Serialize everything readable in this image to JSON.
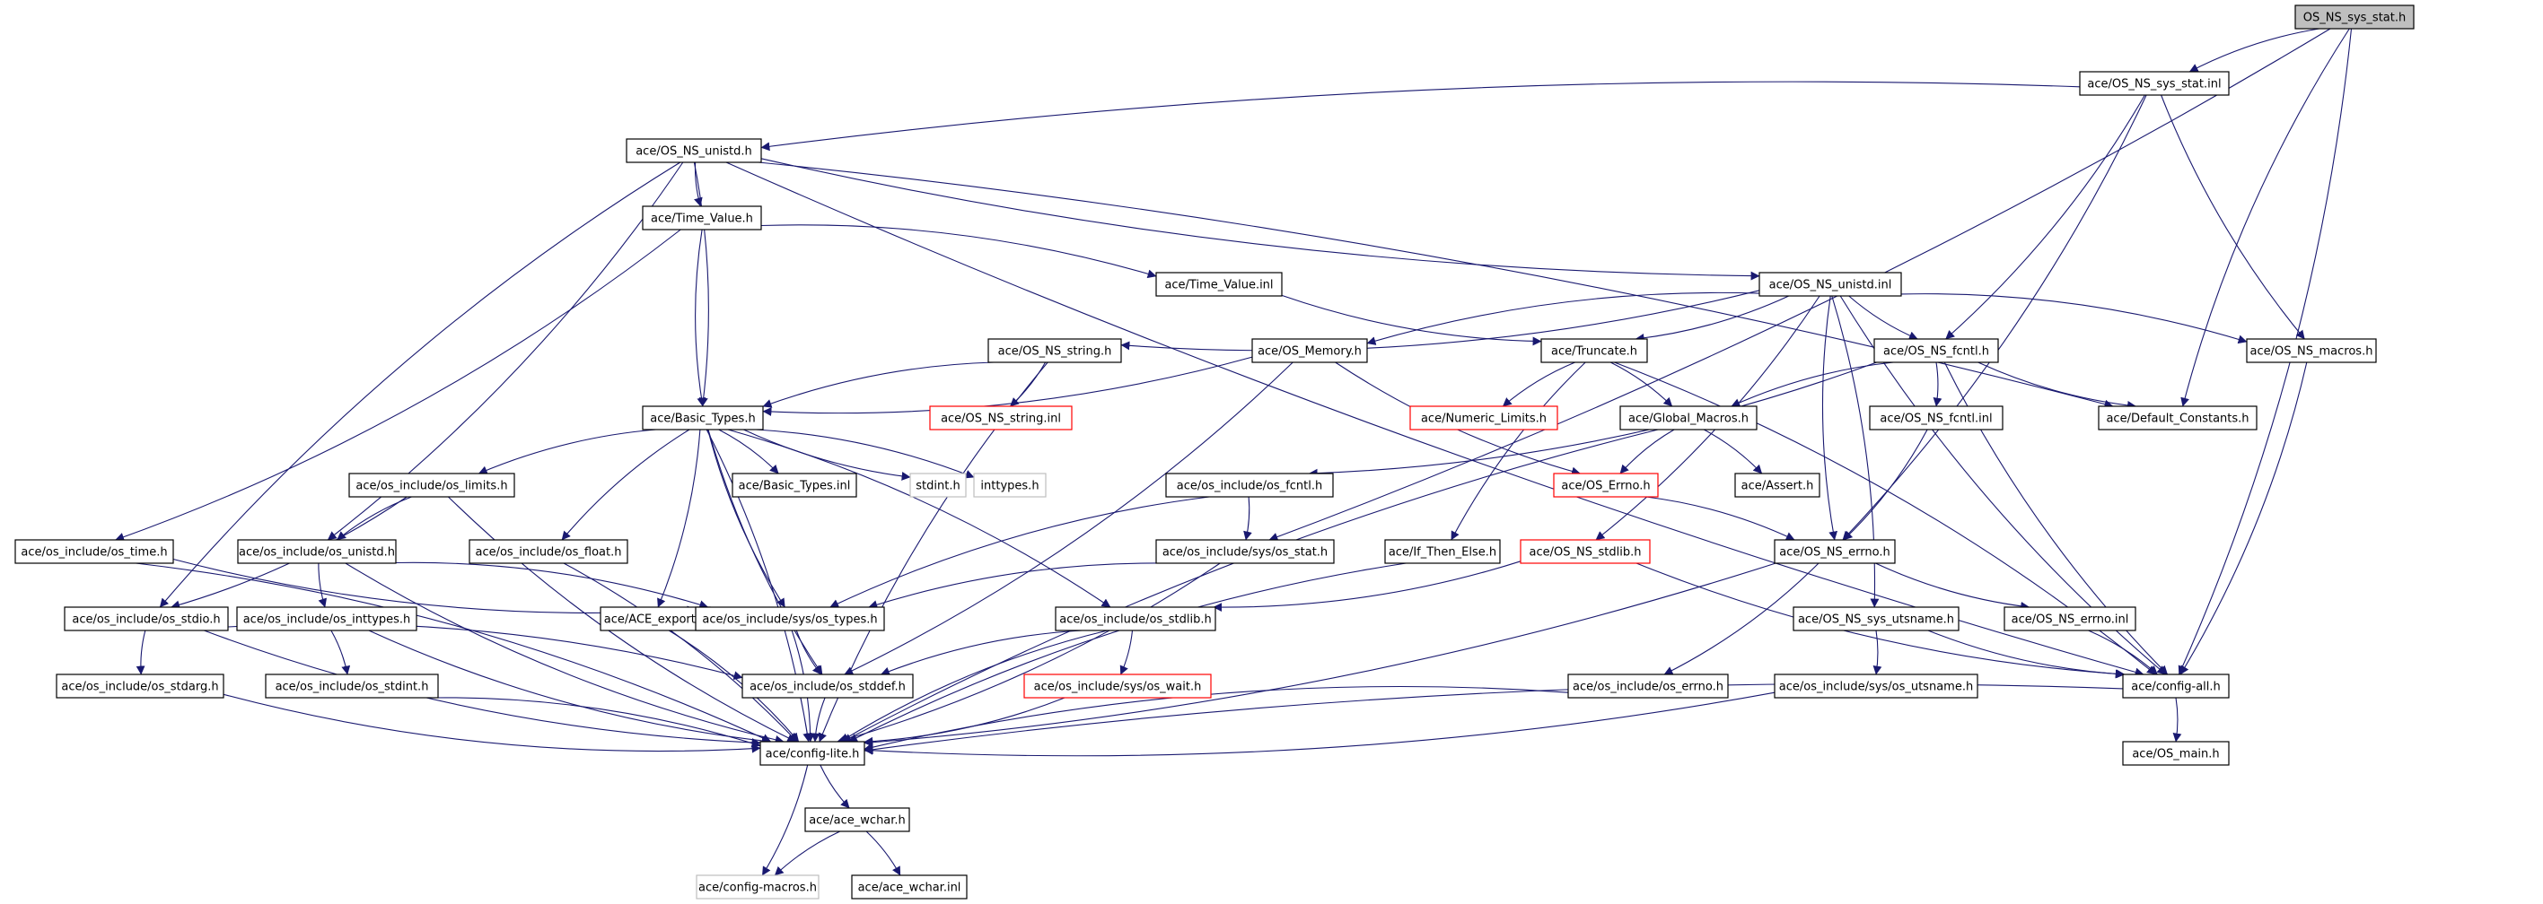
{
  "colors": {
    "edge": "#191970",
    "node_border": "#000000",
    "node_missing_border": "#ff0000",
    "node_external_border": "#bfbfbf",
    "root_fill": "#bfbfbf",
    "node_fill": "#ffffff"
  },
  "nodes": [
    {
      "id": "root",
      "label": "OS_NS_sys_stat.h",
      "kind": "root"
    },
    {
      "id": "sys_stat_inl",
      "label": "ace/OS_NS_sys_stat.inl",
      "kind": "normal"
    },
    {
      "id": "unistd_h",
      "label": "ace/OS_NS_unistd.h",
      "kind": "normal"
    },
    {
      "id": "time_value_h",
      "label": "ace/Time_Value.h",
      "kind": "normal"
    },
    {
      "id": "time_value_inl",
      "label": "ace/Time_Value.inl",
      "kind": "normal"
    },
    {
      "id": "unistd_inl",
      "label": "ace/OS_NS_unistd.inl",
      "kind": "normal"
    },
    {
      "id": "string_h",
      "label": "ace/OS_NS_string.h",
      "kind": "normal"
    },
    {
      "id": "os_memory",
      "label": "ace/OS_Memory.h",
      "kind": "normal"
    },
    {
      "id": "truncate",
      "label": "ace/Truncate.h",
      "kind": "normal"
    },
    {
      "id": "fcntl_h",
      "label": "ace/OS_NS_fcntl.h",
      "kind": "normal"
    },
    {
      "id": "macros_h",
      "label": "ace/OS_NS_macros.h",
      "kind": "normal"
    },
    {
      "id": "basic_types",
      "label": "ace/Basic_Types.h",
      "kind": "normal"
    },
    {
      "id": "string_inl",
      "label": "ace/OS_NS_string.inl",
      "kind": "missing"
    },
    {
      "id": "numeric_limits",
      "label": "ace/Numeric_Limits.h",
      "kind": "missing"
    },
    {
      "id": "global_macros",
      "label": "ace/Global_Macros.h",
      "kind": "normal"
    },
    {
      "id": "fcntl_inl",
      "label": "ace/OS_NS_fcntl.inl",
      "kind": "normal"
    },
    {
      "id": "default_constants",
      "label": "ace/Default_Constants.h",
      "kind": "normal"
    },
    {
      "id": "os_limits",
      "label": "ace/os_include/os_limits.h",
      "kind": "normal"
    },
    {
      "id": "basic_types_inl",
      "label": "ace/Basic_Types.inl",
      "kind": "normal"
    },
    {
      "id": "stdint",
      "label": "stdint.h",
      "kind": "external"
    },
    {
      "id": "inttypes",
      "label": "inttypes.h",
      "kind": "external"
    },
    {
      "id": "os_fcntl",
      "label": "ace/os_include/os_fcntl.h",
      "kind": "normal"
    },
    {
      "id": "os_errno_ace",
      "label": "ace/OS_Errno.h",
      "kind": "missing"
    },
    {
      "id": "assert_h",
      "label": "ace/Assert.h",
      "kind": "normal"
    },
    {
      "id": "os_time",
      "label": "ace/os_include/os_time.h",
      "kind": "normal"
    },
    {
      "id": "os_unistd",
      "label": "ace/os_include/os_unistd.h",
      "kind": "normal"
    },
    {
      "id": "os_float",
      "label": "ace/os_include/os_float.h",
      "kind": "normal"
    },
    {
      "id": "sys_os_stat",
      "label": "ace/os_include/sys/os_stat.h",
      "kind": "normal"
    },
    {
      "id": "if_then_else",
      "label": "ace/If_Then_Else.h",
      "kind": "normal"
    },
    {
      "id": "stdlib_h",
      "label": "ace/OS_NS_stdlib.h",
      "kind": "missing"
    },
    {
      "id": "errno_h",
      "label": "ace/OS_NS_errno.h",
      "kind": "normal"
    },
    {
      "id": "os_stdio",
      "label": "ace/os_include/os_stdio.h",
      "kind": "normal"
    },
    {
      "id": "os_inttypes",
      "label": "ace/os_include/os_inttypes.h",
      "kind": "normal"
    },
    {
      "id": "ace_export",
      "label": "ace/ACE_export.h",
      "kind": "normal"
    },
    {
      "id": "sys_os_types",
      "label": "ace/os_include/sys/os_types.h",
      "kind": "normal"
    },
    {
      "id": "os_stdlib",
      "label": "ace/os_include/os_stdlib.h",
      "kind": "normal"
    },
    {
      "id": "utsname_h",
      "label": "ace/OS_NS_sys_utsname.h",
      "kind": "normal"
    },
    {
      "id": "errno_inl",
      "label": "ace/OS_NS_errno.inl",
      "kind": "normal"
    },
    {
      "id": "os_stdarg",
      "label": "ace/os_include/os_stdarg.h",
      "kind": "normal"
    },
    {
      "id": "os_stdint",
      "label": "ace/os_include/os_stdint.h",
      "kind": "normal"
    },
    {
      "id": "os_stddef",
      "label": "ace/os_include/os_stddef.h",
      "kind": "normal"
    },
    {
      "id": "sys_os_wait",
      "label": "ace/os_include/sys/os_wait.h",
      "kind": "missing"
    },
    {
      "id": "os_errno",
      "label": "ace/os_include/os_errno.h",
      "kind": "normal"
    },
    {
      "id": "sys_os_utsname",
      "label": "ace/os_include/sys/os_utsname.h",
      "kind": "normal"
    },
    {
      "id": "config_all",
      "label": "ace/config-all.h",
      "kind": "normal"
    },
    {
      "id": "config_lite",
      "label": "ace/config-lite.h",
      "kind": "normal"
    },
    {
      "id": "os_main",
      "label": "ace/OS_main.h",
      "kind": "normal"
    },
    {
      "id": "ace_wchar_h",
      "label": "ace/ace_wchar.h",
      "kind": "normal"
    },
    {
      "id": "config_macros",
      "label": "ace/config-macros.h",
      "kind": "external"
    },
    {
      "id": "ace_wchar_inl",
      "label": "ace/ace_wchar.inl",
      "kind": "normal"
    }
  ],
  "edges": [
    [
      "root",
      "sys_stat_inl"
    ],
    [
      "root",
      "sys_os_stat"
    ],
    [
      "root",
      "default_constants"
    ],
    [
      "root",
      "config_all"
    ],
    [
      "sys_stat_inl",
      "unistd_h"
    ],
    [
      "sys_stat_inl",
      "fcntl_h"
    ],
    [
      "sys_stat_inl",
      "macros_h"
    ],
    [
      "sys_stat_inl",
      "errno_h"
    ],
    [
      "unistd_h",
      "time_value_h"
    ],
    [
      "unistd_h",
      "basic_types"
    ],
    [
      "unistd_h",
      "os_stdio"
    ],
    [
      "unistd_h",
      "os_unistd"
    ],
    [
      "unistd_h",
      "unistd_inl"
    ],
    [
      "unistd_h",
      "default_constants"
    ],
    [
      "unistd_h",
      "config_all"
    ],
    [
      "time_value_h",
      "time_value_inl"
    ],
    [
      "time_value_h",
      "basic_types"
    ],
    [
      "time_value_h",
      "os_time"
    ],
    [
      "time_value_inl",
      "truncate"
    ],
    [
      "unistd_inl",
      "string_h"
    ],
    [
      "unistd_inl",
      "os_memory"
    ],
    [
      "unistd_inl",
      "truncate"
    ],
    [
      "unistd_inl",
      "fcntl_h"
    ],
    [
      "unistd_inl",
      "macros_h"
    ],
    [
      "unistd_inl",
      "errno_h"
    ],
    [
      "unistd_inl",
      "utsname_h"
    ],
    [
      "unistd_inl",
      "config_all"
    ],
    [
      "unistd_inl",
      "stdlib_h"
    ],
    [
      "string_h",
      "basic_types"
    ],
    [
      "string_h",
      "string_inl"
    ],
    [
      "string_h",
      "config_lite"
    ],
    [
      "os_memory",
      "basic_types"
    ],
    [
      "os_memory",
      "os_errno_ace"
    ],
    [
      "os_memory",
      "os_stddef"
    ],
    [
      "truncate",
      "numeric_limits"
    ],
    [
      "truncate",
      "global_macros"
    ],
    [
      "truncate",
      "if_then_else"
    ],
    [
      "truncate",
      "config_all"
    ],
    [
      "fcntl_h",
      "global_macros"
    ],
    [
      "fcntl_h",
      "fcntl_inl"
    ],
    [
      "fcntl_h",
      "default_constants"
    ],
    [
      "fcntl_h",
      "os_fcntl"
    ],
    [
      "fcntl_h",
      "config_all"
    ],
    [
      "macros_h",
      "config_all"
    ],
    [
      "basic_types",
      "os_limits"
    ],
    [
      "basic_types",
      "basic_types_inl"
    ],
    [
      "basic_types",
      "stdint"
    ],
    [
      "basic_types",
      "inttypes"
    ],
    [
      "basic_types",
      "os_float"
    ],
    [
      "basic_types",
      "ace_export"
    ],
    [
      "basic_types",
      "sys_os_types"
    ],
    [
      "basic_types",
      "os_stdlib"
    ],
    [
      "basic_types",
      "os_stddef"
    ],
    [
      "basic_types",
      "config_lite"
    ],
    [
      "global_macros",
      "os_errno_ace"
    ],
    [
      "global_macros",
      "assert_h"
    ],
    [
      "global_macros",
      "config_lite"
    ],
    [
      "fcntl_inl",
      "errno_h"
    ],
    [
      "os_limits",
      "os_unistd"
    ],
    [
      "os_limits",
      "os_stdio"
    ],
    [
      "os_limits",
      "config_lite"
    ],
    [
      "os_fcntl",
      "sys_os_stat"
    ],
    [
      "os_fcntl",
      "sys_os_types"
    ],
    [
      "os_errno_ace",
      "errno_h"
    ],
    [
      "os_time",
      "sys_os_types"
    ],
    [
      "os_time",
      "config_lite"
    ],
    [
      "os_unistd",
      "os_inttypes"
    ],
    [
      "os_unistd",
      "sys_os_types"
    ],
    [
      "os_unistd",
      "config_lite"
    ],
    [
      "os_float",
      "config_lite"
    ],
    [
      "sys_os_stat",
      "sys_os_types"
    ],
    [
      "sys_os_stat",
      "config_lite"
    ],
    [
      "if_then_else",
      "config_lite"
    ],
    [
      "stdlib_h",
      "os_stdlib"
    ],
    [
      "stdlib_h",
      "config_all"
    ],
    [
      "errno_h",
      "os_errno"
    ],
    [
      "errno_h",
      "errno_inl"
    ],
    [
      "errno_h",
      "config_lite"
    ],
    [
      "os_stdio",
      "os_stdarg"
    ],
    [
      "os_stdio",
      "os_stddef"
    ],
    [
      "os_stdio",
      "config_lite"
    ],
    [
      "os_inttypes",
      "os_stdint"
    ],
    [
      "os_inttypes",
      "config_lite"
    ],
    [
      "ace_export",
      "config_lite"
    ],
    [
      "sys_os_types",
      "os_stddef"
    ],
    [
      "sys_os_types",
      "config_lite"
    ],
    [
      "os_stdlib",
      "os_stddef"
    ],
    [
      "os_stdlib",
      "sys_os_wait"
    ],
    [
      "os_stdlib",
      "config_lite"
    ],
    [
      "utsname_h",
      "sys_os_utsname"
    ],
    [
      "utsname_h",
      "config_all"
    ],
    [
      "errno_inl",
      "config_all"
    ],
    [
      "os_stdarg",
      "config_lite"
    ],
    [
      "os_stdint",
      "config_lite"
    ],
    [
      "os_stddef",
      "config_lite"
    ],
    [
      "sys_os_wait",
      "config_lite"
    ],
    [
      "os_errno",
      "config_lite"
    ],
    [
      "sys_os_utsname",
      "config_lite"
    ],
    [
      "config_all",
      "config_lite"
    ],
    [
      "config_all",
      "os_main"
    ],
    [
      "config_lite",
      "ace_wchar_h"
    ],
    [
      "config_lite",
      "config_macros"
    ],
    [
      "ace_wchar_h",
      "config_macros"
    ],
    [
      "ace_wchar_h",
      "ace_wchar_inl"
    ]
  ]
}
